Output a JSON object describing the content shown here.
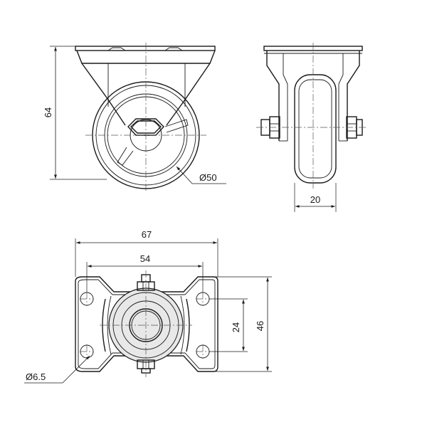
{
  "dimensions": {
    "height": "64",
    "wheel_diameter": "Ø50",
    "wheel_width": "20",
    "plate_length": "67",
    "hole_spacing_long": "54",
    "hole_spacing_short": "24",
    "plate_width": "46",
    "hole_diameter": "Ø6.5"
  }
}
